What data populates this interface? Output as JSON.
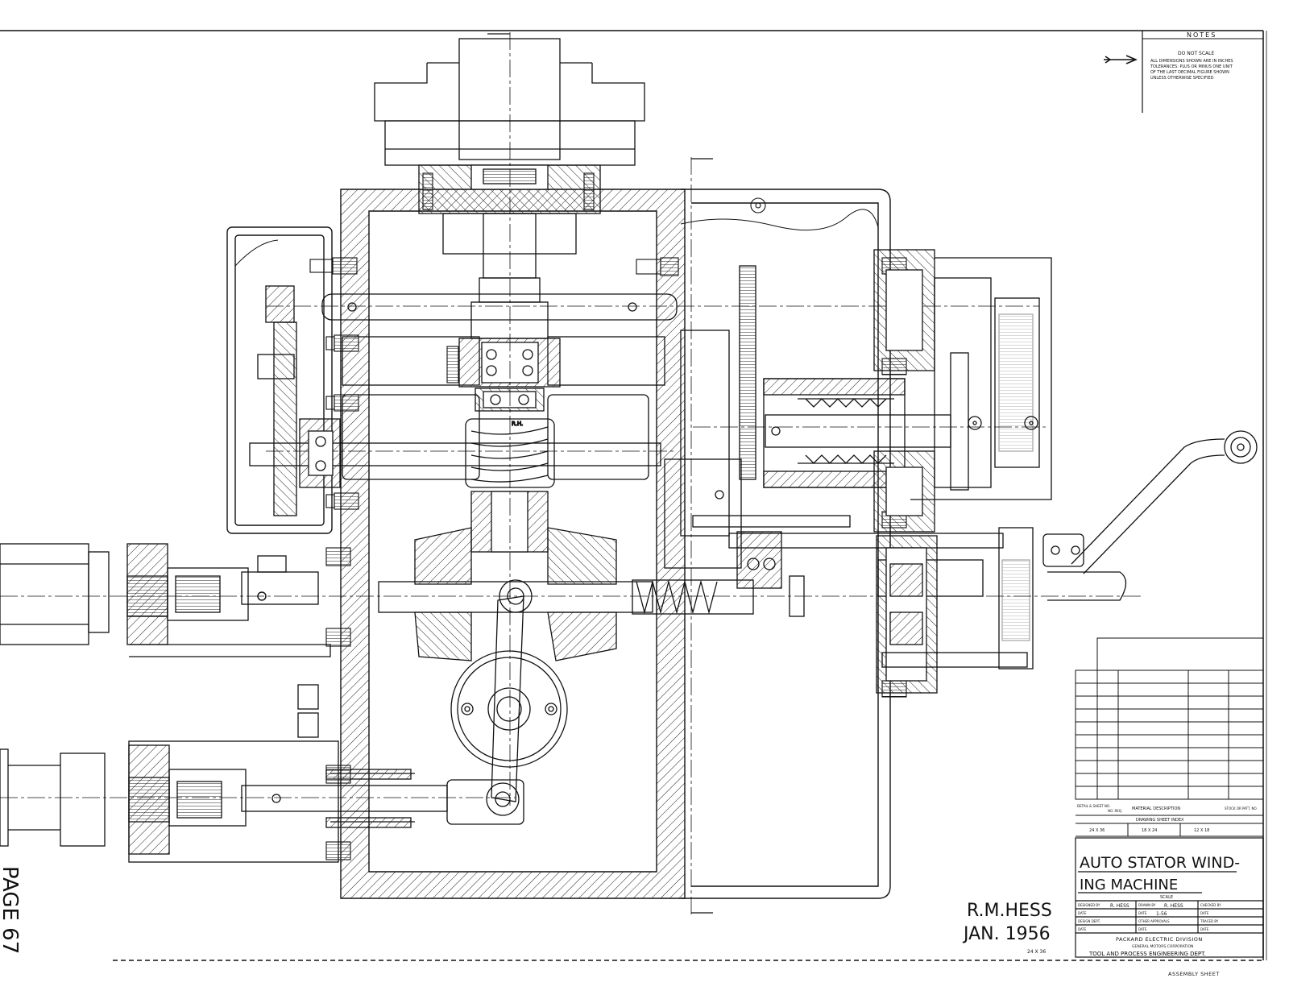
{
  "page_label": "PAGE 67",
  "notes": {
    "heading": "NOTES",
    "line1": "DO NOT SCALE",
    "line2": "ALL DIMENSIONS SHOWN ARE IN INCHES",
    "line3": "TOLERANCES: PLUS OR MINUS ONE UNIT",
    "line4": "OF THE LAST DECIMAL FIGURE SHOWN",
    "line5": "UNLESS OTHERWISE SPECIFIED"
  },
  "signature": {
    "name": "R.M.HESS",
    "date": "JAN. 1956"
  },
  "sheet_size": "24 X 36",
  "title_block": {
    "title_line1": "AUTO STATOR WIND-",
    "title_line2": "ING MACHINE",
    "scale_label": "SCALE",
    "designed_by_label": "DESIGNED BY",
    "designed_by_value": "R. HESS",
    "drawn_by_label": "DRAWN BY",
    "drawn_by_value": "R. HESS",
    "checked_by_label": "CHECKED BY",
    "date_label": "DATE",
    "date_value": "1-56",
    "design_dept_label": "DESIGN DEPT.",
    "other_approvals_label": "OTHER APPROVALS",
    "traced_by_label": "TRACED BY",
    "division": "PACKARD ELECTRIC DIVISION",
    "corporation": "GENERAL MOTORS CORPORATION",
    "department": "TOOL AND PROCESS ENGINEERING DEPT.",
    "sheet_type": "ASSEMBLY SHEET"
  },
  "parts_list": {
    "col_detail": "DETAIL & SHEET NO.",
    "col_no_req": "NO. REQ.",
    "col_material": "MATERIAL DESCRIPTION",
    "col_stock": "STOCK OR PATT. NO.",
    "index_label": "DRAWING SHEET INDEX",
    "sizes": [
      "24 X 36",
      "18 X 24",
      "12 X 18"
    ]
  },
  "worm_mark": "R.H."
}
